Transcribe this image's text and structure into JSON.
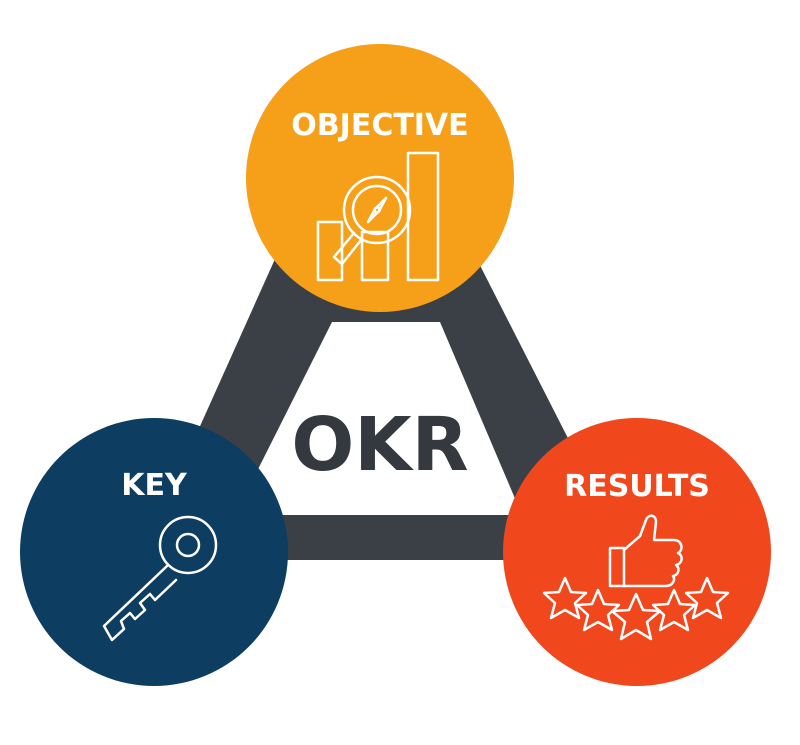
{
  "center": {
    "label": "OKR",
    "color": "#33393f"
  },
  "connector_color": "#3a4046",
  "nodes": {
    "objective": {
      "label": "OBJECTIVE",
      "color": "#f6a019",
      "icon": "magnifier-compass-bar-chart-icon"
    },
    "key": {
      "label": "KEY",
      "color": "#0e3d62",
      "icon": "key-icon"
    },
    "results": {
      "label": "RESULTS",
      "color": "#f0471c",
      "icon": "thumbs-up-stars-icon"
    }
  }
}
